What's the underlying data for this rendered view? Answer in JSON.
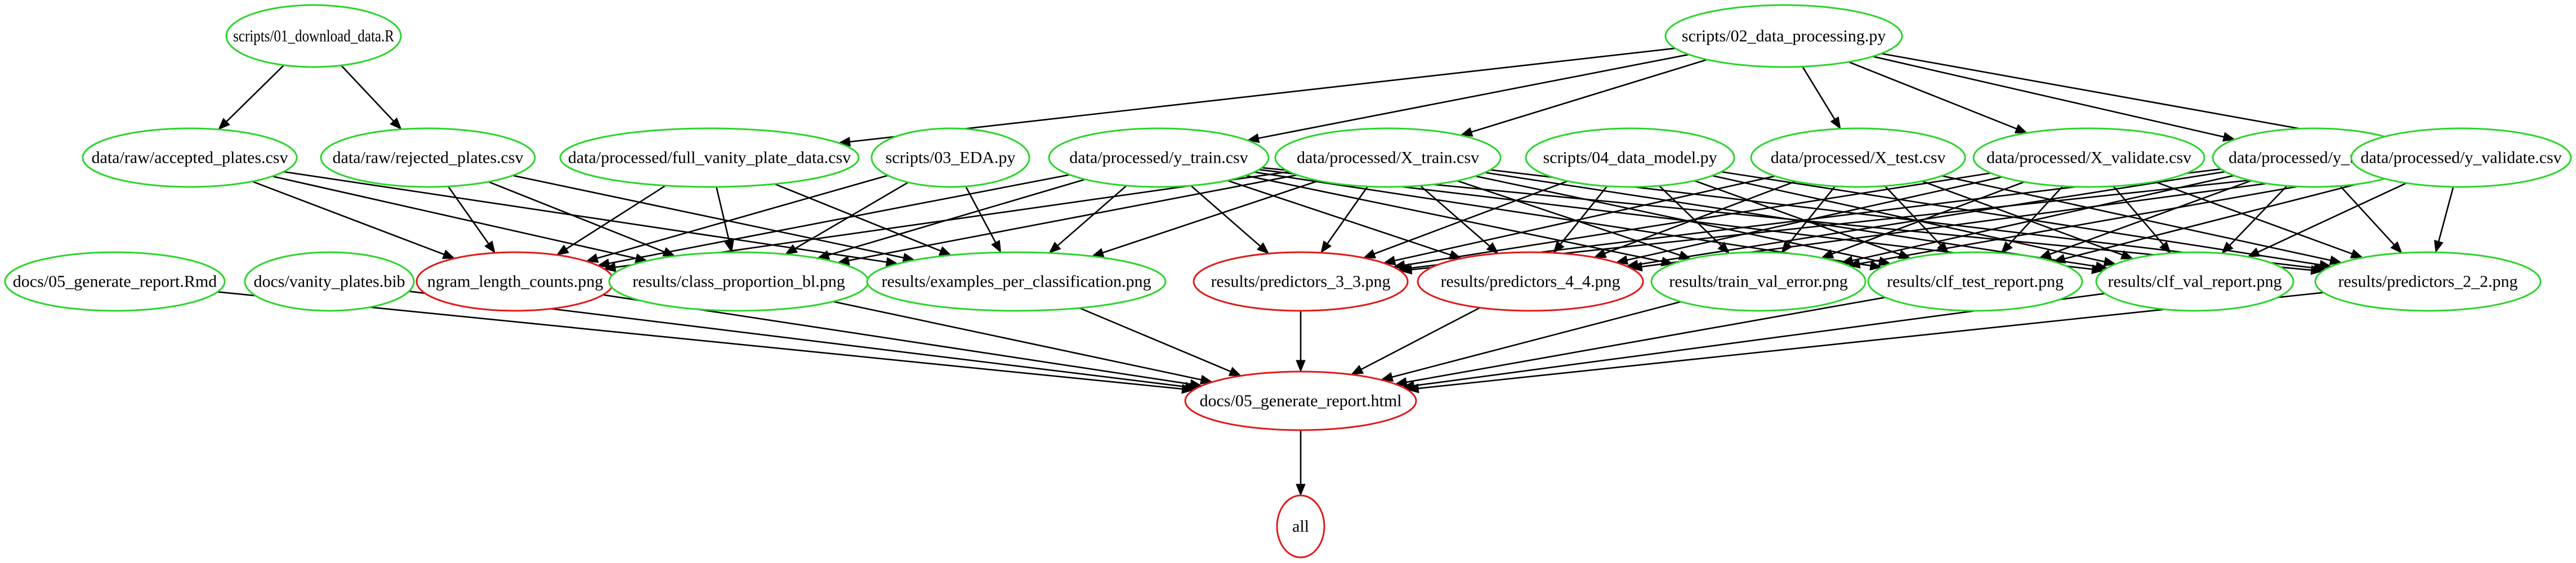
{
  "palette": {
    "source": "#2bd42b",
    "target": "#e01919",
    "edge": "#000000"
  },
  "nodes": [
    {
      "id": "n_dl",
      "label": "scripts/01_download_data.R",
      "status": "source"
    },
    {
      "id": "n_dp",
      "label": "scripts/02_data_processing.py",
      "status": "source"
    },
    {
      "id": "n_acc",
      "label": "data/raw/accepted_plates.csv",
      "status": "source"
    },
    {
      "id": "n_rej",
      "label": "data/raw/rejected_plates.csv",
      "status": "source"
    },
    {
      "id": "n_full",
      "label": "data/processed/full_vanity_plate_data.csv",
      "status": "source"
    },
    {
      "id": "n_eda",
      "label": "scripts/03_EDA.py",
      "status": "source"
    },
    {
      "id": "n_ytr",
      "label": "data/processed/y_train.csv",
      "status": "source"
    },
    {
      "id": "n_xtr",
      "label": "data/processed/X_train.csv",
      "status": "source"
    },
    {
      "id": "n_mod",
      "label": "scripts/04_data_model.py",
      "status": "source"
    },
    {
      "id": "n_xte",
      "label": "data/processed/X_test.csv",
      "status": "source"
    },
    {
      "id": "n_xva",
      "label": "data/processed/X_validate.csv",
      "status": "source"
    },
    {
      "id": "n_yte",
      "label": "data/processed/y_test.csv",
      "status": "source"
    },
    {
      "id": "n_yva",
      "label": "data/processed/y_validate.csv",
      "status": "source"
    },
    {
      "id": "n_rmd",
      "label": "docs/05_generate_report.Rmd",
      "status": "source"
    },
    {
      "id": "n_bib",
      "label": "docs/vanity_plates.bib",
      "status": "source"
    },
    {
      "id": "n_ngr",
      "label": "ngram_length_counts.png",
      "status": "target"
    },
    {
      "id": "n_cls",
      "label": "results/class_proportion_bl.png",
      "status": "source"
    },
    {
      "id": "n_exa",
      "label": "results/examples_per_classification.png",
      "status": "source"
    },
    {
      "id": "n_p33",
      "label": "results/predictors_3_3.png",
      "status": "target"
    },
    {
      "id": "n_p44",
      "label": "results/predictors_4_4.png",
      "status": "target"
    },
    {
      "id": "n_tve",
      "label": "results/train_val_error.png",
      "status": "source"
    },
    {
      "id": "n_ctr",
      "label": "results/clf_test_report.png",
      "status": "source"
    },
    {
      "id": "n_cvr",
      "label": "results/clf_val_report.png",
      "status": "source"
    },
    {
      "id": "n_p22",
      "label": "results/predictors_2_2.png",
      "status": "source"
    },
    {
      "id": "n_html",
      "label": "docs/05_generate_report.html",
      "status": "target"
    },
    {
      "id": "n_all",
      "label": "all",
      "status": "target"
    }
  ],
  "edges": [
    [
      "n_dl",
      "n_acc"
    ],
    [
      "n_dl",
      "n_rej"
    ],
    [
      "n_dp",
      "n_full"
    ],
    [
      "n_dp",
      "n_ytr"
    ],
    [
      "n_dp",
      "n_xtr"
    ],
    [
      "n_dp",
      "n_xte"
    ],
    [
      "n_dp",
      "n_xva"
    ],
    [
      "n_dp",
      "n_yte"
    ],
    [
      "n_dp",
      "n_yva"
    ],
    [
      "n_acc",
      "n_ngr"
    ],
    [
      "n_acc",
      "n_cls"
    ],
    [
      "n_acc",
      "n_exa"
    ],
    [
      "n_rej",
      "n_ngr"
    ],
    [
      "n_rej",
      "n_cls"
    ],
    [
      "n_rej",
      "n_exa"
    ],
    [
      "n_full",
      "n_ngr"
    ],
    [
      "n_full",
      "n_cls"
    ],
    [
      "n_full",
      "n_exa"
    ],
    [
      "n_eda",
      "n_ngr"
    ],
    [
      "n_eda",
      "n_cls"
    ],
    [
      "n_eda",
      "n_exa"
    ],
    [
      "n_ytr",
      "n_ngr"
    ],
    [
      "n_ytr",
      "n_cls"
    ],
    [
      "n_ytr",
      "n_exa"
    ],
    [
      "n_ytr",
      "n_p33"
    ],
    [
      "n_ytr",
      "n_p44"
    ],
    [
      "n_ytr",
      "n_tve"
    ],
    [
      "n_ytr",
      "n_ctr"
    ],
    [
      "n_ytr",
      "n_cvr"
    ],
    [
      "n_ytr",
      "n_p22"
    ],
    [
      "n_xtr",
      "n_ngr"
    ],
    [
      "n_xtr",
      "n_cls"
    ],
    [
      "n_xtr",
      "n_exa"
    ],
    [
      "n_xtr",
      "n_p33"
    ],
    [
      "n_xtr",
      "n_p44"
    ],
    [
      "n_xtr",
      "n_tve"
    ],
    [
      "n_xtr",
      "n_ctr"
    ],
    [
      "n_xtr",
      "n_cvr"
    ],
    [
      "n_xtr",
      "n_p22"
    ],
    [
      "n_mod",
      "n_p33"
    ],
    [
      "n_mod",
      "n_p44"
    ],
    [
      "n_mod",
      "n_tve"
    ],
    [
      "n_mod",
      "n_ctr"
    ],
    [
      "n_mod",
      "n_cvr"
    ],
    [
      "n_mod",
      "n_p22"
    ],
    [
      "n_xte",
      "n_p33"
    ],
    [
      "n_xte",
      "n_p44"
    ],
    [
      "n_xte",
      "n_tve"
    ],
    [
      "n_xte",
      "n_ctr"
    ],
    [
      "n_xte",
      "n_cvr"
    ],
    [
      "n_xte",
      "n_p22"
    ],
    [
      "n_xva",
      "n_p33"
    ],
    [
      "n_xva",
      "n_p44"
    ],
    [
      "n_xva",
      "n_tve"
    ],
    [
      "n_xva",
      "n_ctr"
    ],
    [
      "n_xva",
      "n_cvr"
    ],
    [
      "n_xva",
      "n_p22"
    ],
    [
      "n_yte",
      "n_p33"
    ],
    [
      "n_yte",
      "n_p44"
    ],
    [
      "n_yte",
      "n_tve"
    ],
    [
      "n_yte",
      "n_ctr"
    ],
    [
      "n_yte",
      "n_cvr"
    ],
    [
      "n_yte",
      "n_p22"
    ],
    [
      "n_yva",
      "n_p33"
    ],
    [
      "n_yva",
      "n_p44"
    ],
    [
      "n_yva",
      "n_tve"
    ],
    [
      "n_yva",
      "n_ctr"
    ],
    [
      "n_yva",
      "n_cvr"
    ],
    [
      "n_yva",
      "n_p22"
    ],
    [
      "n_rmd",
      "n_html"
    ],
    [
      "n_bib",
      "n_html"
    ],
    [
      "n_ngr",
      "n_html"
    ],
    [
      "n_cls",
      "n_html"
    ],
    [
      "n_exa",
      "n_html"
    ],
    [
      "n_p33",
      "n_html"
    ],
    [
      "n_p44",
      "n_html"
    ],
    [
      "n_tve",
      "n_html"
    ],
    [
      "n_ctr",
      "n_html"
    ],
    [
      "n_cvr",
      "n_html"
    ],
    [
      "n_p22",
      "n_html"
    ],
    [
      "n_html",
      "n_all"
    ]
  ]
}
